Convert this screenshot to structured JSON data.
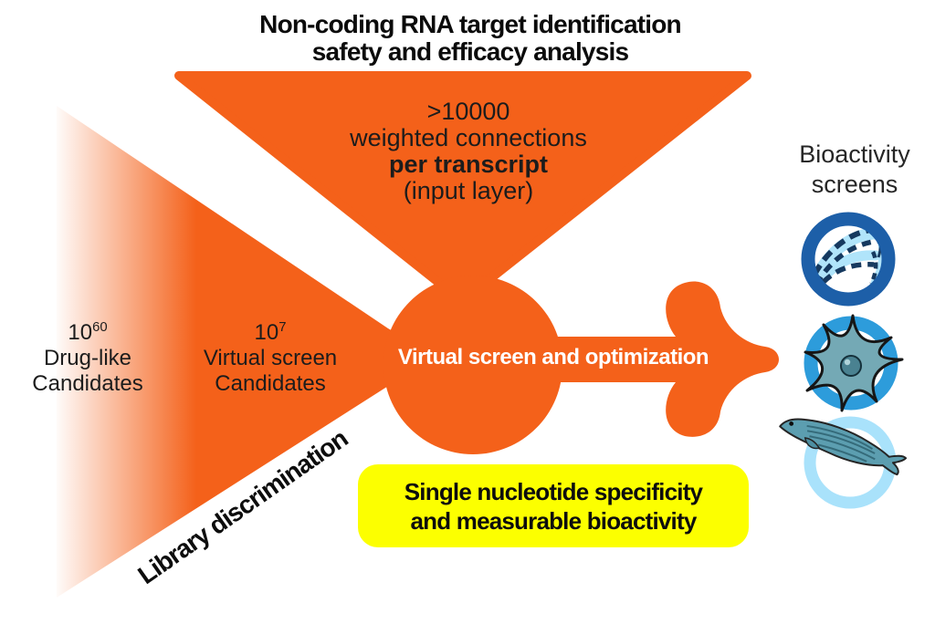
{
  "diagram_title": {
    "line1": "Non-coding RNA target identification",
    "line2": "safety and efficacy analysis"
  },
  "funnel": {
    "stat": ">10000",
    "desc": "weighted connections",
    "emphasis": "per transcript",
    "note": "(input layer)"
  },
  "library": {
    "stage_initial": {
      "count_base": "10",
      "count_exp": "60",
      "name_line1": "Drug-like",
      "name_line2": "Candidates"
    },
    "stage_virtual": {
      "count_base": "10",
      "count_exp": "7",
      "name_line1": "Virtual screen",
      "name_line2": "Candidates"
    },
    "edge_label": "Library discrimination"
  },
  "process": {
    "label": "Virtual screen and optimization"
  },
  "outcome": {
    "line1": "Single nucleotide specificity",
    "line2": "and measurable bioactivity"
  },
  "bioassays": {
    "heading_line1": "Bioactivity",
    "heading_line2": "screens",
    "icons": [
      {
        "name": "dose-response-curves-icon",
        "ring_color": "#1D5FA8"
      },
      {
        "name": "cell-icon",
        "ring_color": "#2D9CDB"
      },
      {
        "name": "zebrafish-icon",
        "ring_color": "#A9E2FB"
      }
    ]
  },
  "colors": {
    "orange": "#F4611A",
    "yellow": "#FCFF00",
    "blue_dark": "#1D5FA8",
    "blue_mid": "#2D9CDB",
    "blue_light": "#A9E2FB",
    "navy": "#16395F",
    "halo": "#B0E4FA",
    "cell_fill": "#74A9B5",
    "cell_nucleus": "#4A8291",
    "fish_fill": "#5C9EB0",
    "ink": "#111111",
    "text": "#1D1D1D"
  }
}
